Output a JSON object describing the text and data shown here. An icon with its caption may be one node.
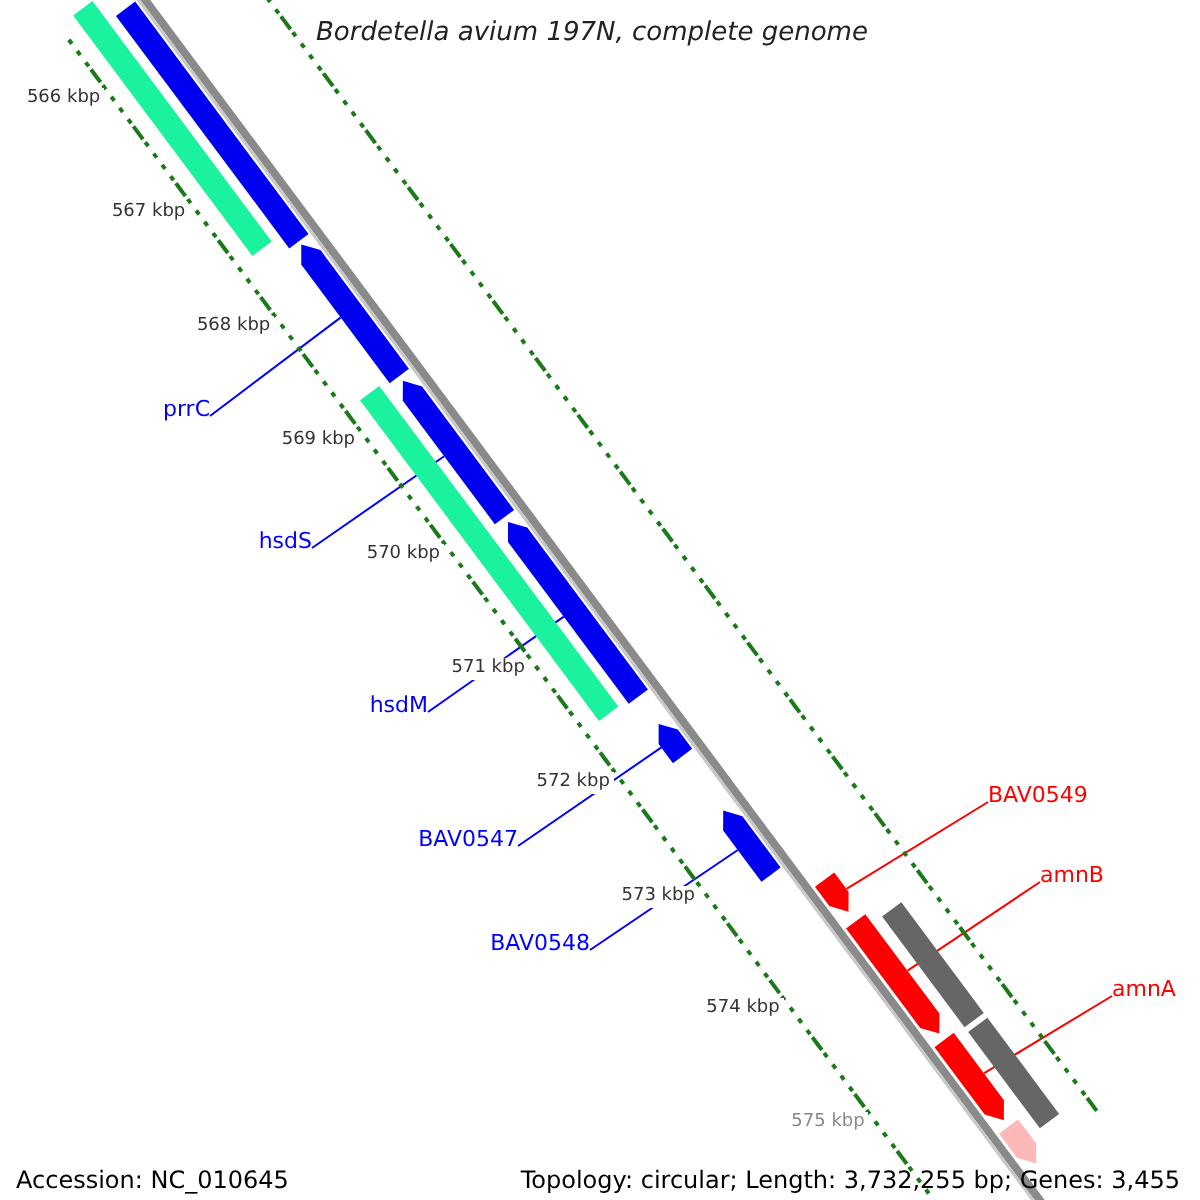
{
  "diagram": {
    "title": "Bordetella avium 197N, complete genome",
    "nodes": [
      {
        "text": [
          "prrC"
        ]
      },
      {
        "text": [
          "hsdS"
        ]
      },
      {
        "text": [
          "hsdM"
        ]
      },
      {
        "text": [
          "BAV0547"
        ]
      },
      {
        "text": [
          "BAV0548"
        ]
      },
      {
        "text": [
          "BAV0549"
        ]
      },
      {
        "text": [
          "amnB"
        ]
      },
      {
        "text": [
          "amnA"
        ]
      },
      {
        "text": [],
        "shape": "bar"
      },
      {
        "text": [],
        "shape": "bar"
      },
      {
        "text": [],
        "shape": "bar"
      },
      {
        "text": [],
        "shape": "bar"
      },
      {
        "text": [],
        "shape": "bar"
      },
      {
        "text": [],
        "shape": "bar"
      },
      {
        "text": [],
        "shape": "bar"
      },
      {
        "text": [],
        "shape": "bar"
      },
      {
        "text": [],
        "shape": "bar"
      },
      {
        "text": [],
        "shape": "bar"
      },
      {
        "text": [],
        "shape": "bar"
      },
      {
        "text": [],
        "shape": "bar"
      },
      {
        "text": [],
        "shape": "bar"
      },
      {
        "text": [],
        "shape": "bar"
      }
    ],
    "edges": [
      {
        "from": 0,
        "to": 10,
        "arrow": "none"
      },
      {
        "from": 1,
        "to": 11,
        "arrow": "none"
      },
      {
        "from": 2,
        "to": 13,
        "arrow": "none"
      },
      {
        "from": 3,
        "to": 14,
        "arrow": "none"
      },
      {
        "from": 4,
        "to": 15,
        "arrow": "none"
      },
      {
        "from": 5,
        "to": 16,
        "arrow": "none",
        "color": "#ff0000"
      },
      {
        "from": 6,
        "to": 17,
        "arrow": "none",
        "color": "#ff0000"
      },
      {
        "from": 7,
        "to": 19,
        "arrow": "none",
        "color": "#ff0000"
      }
    ],
    "labels": [
      "566 kbp",
      "567 kbp",
      "568 kbp",
      "569 kbp",
      "570 kbp",
      "571 kbp",
      "572 kbp",
      "573 kbp",
      "574 kbp",
      "575 kbp",
      "Accession: NC_010645",
      "Topology: circular; Length: 3,732,255 bp; Genes: 3,455"
    ]
  }
}
